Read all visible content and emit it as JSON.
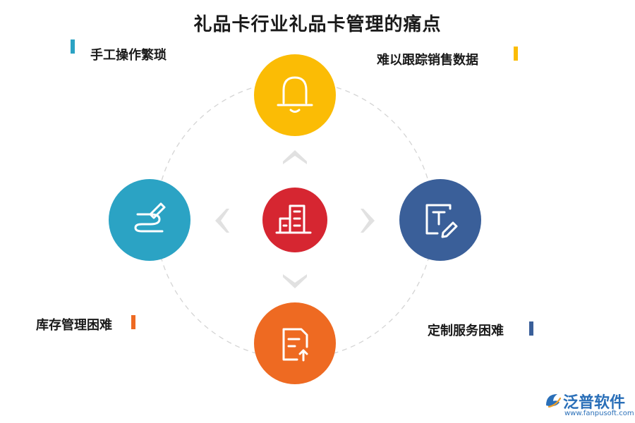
{
  "title": "礼品卡行业礼品卡管理的痛点",
  "nodes": {
    "top": {
      "label": "难以跟踪销售数据",
      "color": "#FBBC05",
      "icon": "bell-icon"
    },
    "left": {
      "label": "手工操作繁琐",
      "color": "#2BA3C4",
      "icon": "signature-pen-icon"
    },
    "right": {
      "label": "定制服务困难",
      "color": "#3A5F99",
      "icon": "text-edit-icon"
    },
    "bottom": {
      "label": "库存管理困难",
      "color": "#EE6A22",
      "icon": "document-upload-icon"
    },
    "center": {
      "color": "#D62631",
      "icon": "building-icon"
    }
  },
  "label_bars": {
    "left": "#2BA3C4",
    "top": "#FBBC05",
    "bottom": "#EE6A22",
    "right": "#3A5F99"
  },
  "logo": {
    "name": "泛普软件",
    "url": "www.fanpusoft.com",
    "color": "#2A6FB8"
  }
}
